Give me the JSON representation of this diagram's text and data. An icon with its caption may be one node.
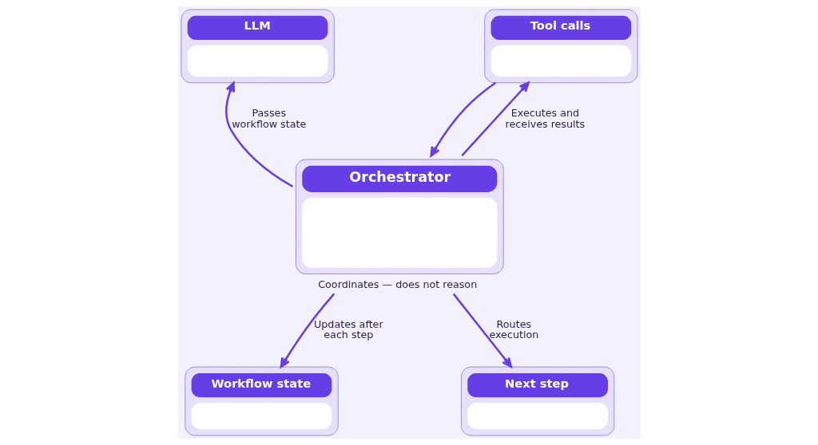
{
  "diagram": {
    "nodes": [
      {
        "text": [
          "LLM"
        ]
      },
      {
        "text": [
          "Tool calls"
        ]
      },
      {
        "text": [
          "Orchestrator"
        ],
        "beside": [
          "Coordinates — does not reason"
        ]
      },
      {
        "text": [
          "Workflow state"
        ]
      },
      {
        "text": [
          "Next step"
        ]
      }
    ],
    "edges": [
      {
        "from": 2,
        "to": 0,
        "arrow": "to",
        "label": "Passes workflow state"
      },
      {
        "from": 2,
        "to": 1,
        "arrow": "to",
        "label": "Executes and receives results"
      },
      {
        "from": 1,
        "to": 2,
        "arrow": "to"
      },
      {
        "from": 2,
        "to": 3,
        "arrow": "to",
        "label": "Updates after each step"
      },
      {
        "from": 2,
        "to": 4,
        "arrow": "to",
        "label": "Routes execution"
      }
    ]
  }
}
